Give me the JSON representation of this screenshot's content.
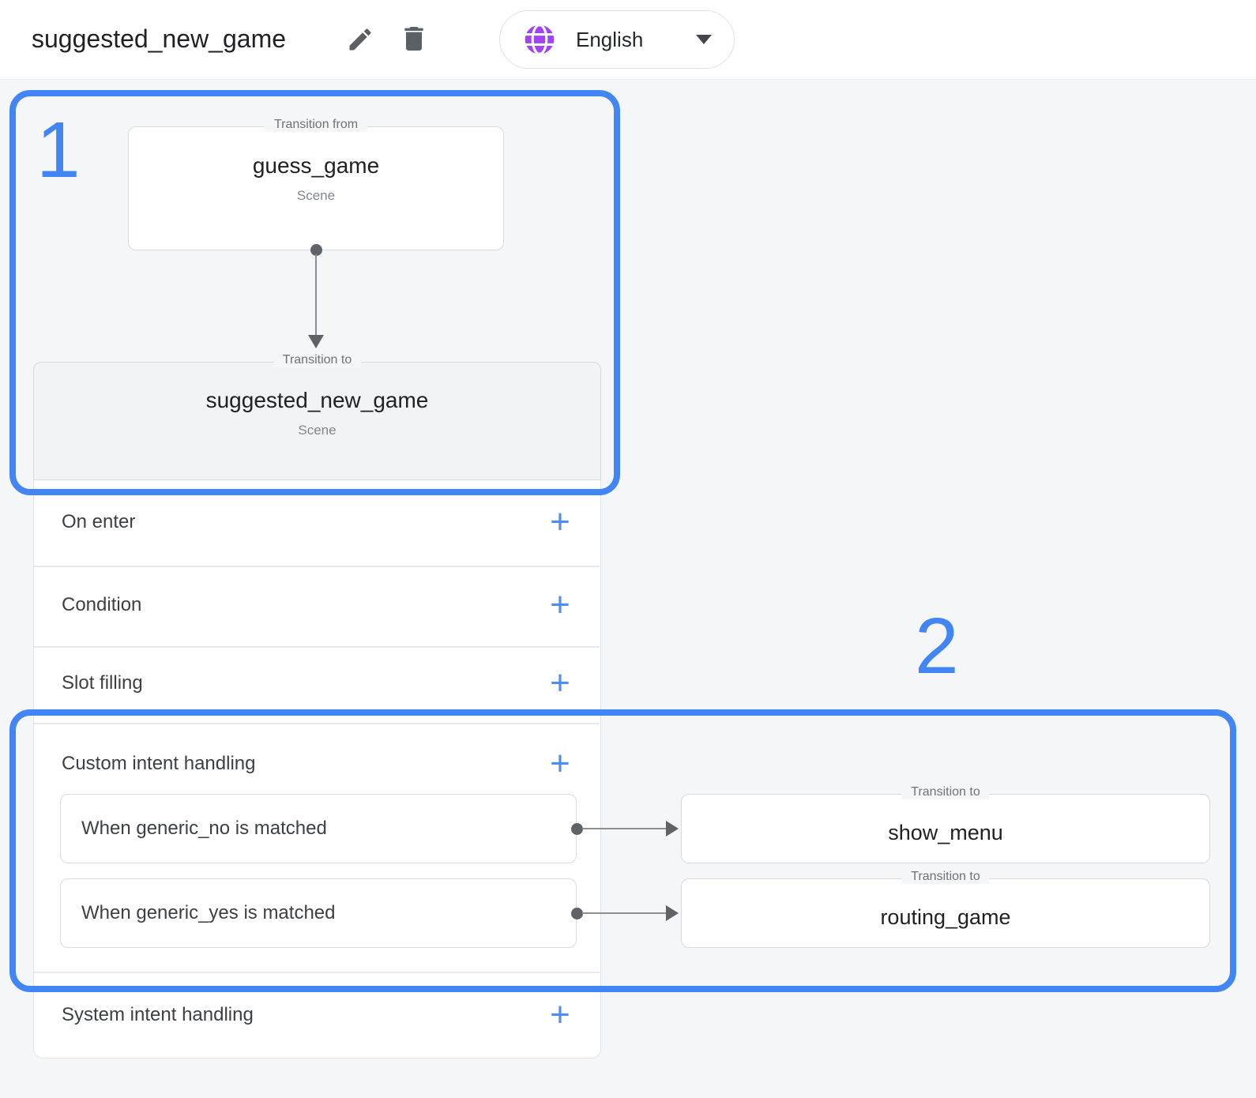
{
  "header": {
    "title": "suggested_new_game",
    "language_label": "English"
  },
  "callouts": {
    "step1": "1",
    "step2": "2"
  },
  "flow": {
    "from": {
      "legend": "Transition from",
      "name": "guess_game",
      "type": "Scene"
    },
    "to": {
      "legend": "Transition to",
      "name": "suggested_new_game",
      "type": "Scene"
    }
  },
  "scene": {
    "on_enter": "On enter",
    "condition": "Condition",
    "slot_filling": "Slot filling",
    "custom_intent_handling": "Custom intent handling",
    "system_intent_handling": "System intent handling",
    "add": "+"
  },
  "custom_intents": [
    {
      "label": "When generic_no is matched",
      "transition": {
        "legend": "Transition to",
        "target": "show_menu"
      }
    },
    {
      "label": "When generic_yes is matched",
      "transition": {
        "legend": "Transition to",
        "target": "routing_game"
      }
    }
  ],
  "colors": {
    "annotation": "#4285f4",
    "add_button": "#4e8df6",
    "globe": "#a142f4"
  }
}
